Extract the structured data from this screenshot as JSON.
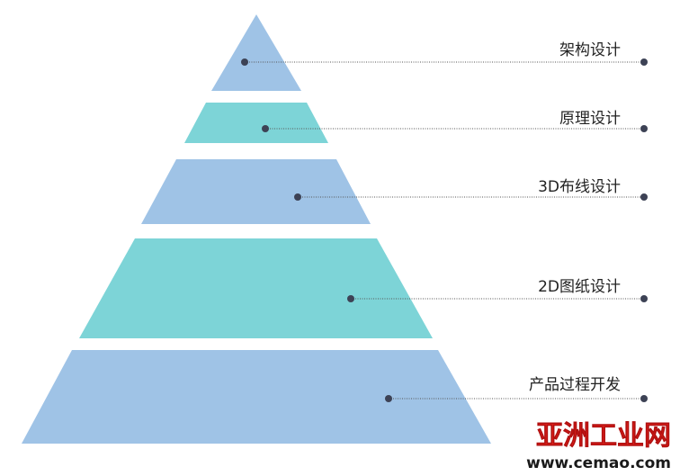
{
  "pyramid": {
    "levels": [
      {
        "label": "架构设计",
        "color": "#9fc3e6"
      },
      {
        "label": "原理设计",
        "color": "#7dd4d7"
      },
      {
        "label": "3D布线设计",
        "color": "#9fc3e6"
      },
      {
        "label": "2D图纸设计",
        "color": "#7dd4d7"
      },
      {
        "label": "产品过程开发",
        "color": "#9fc3e6"
      }
    ]
  },
  "watermark": {
    "title": "亚洲工业网",
    "url": "www.cemao.com"
  }
}
